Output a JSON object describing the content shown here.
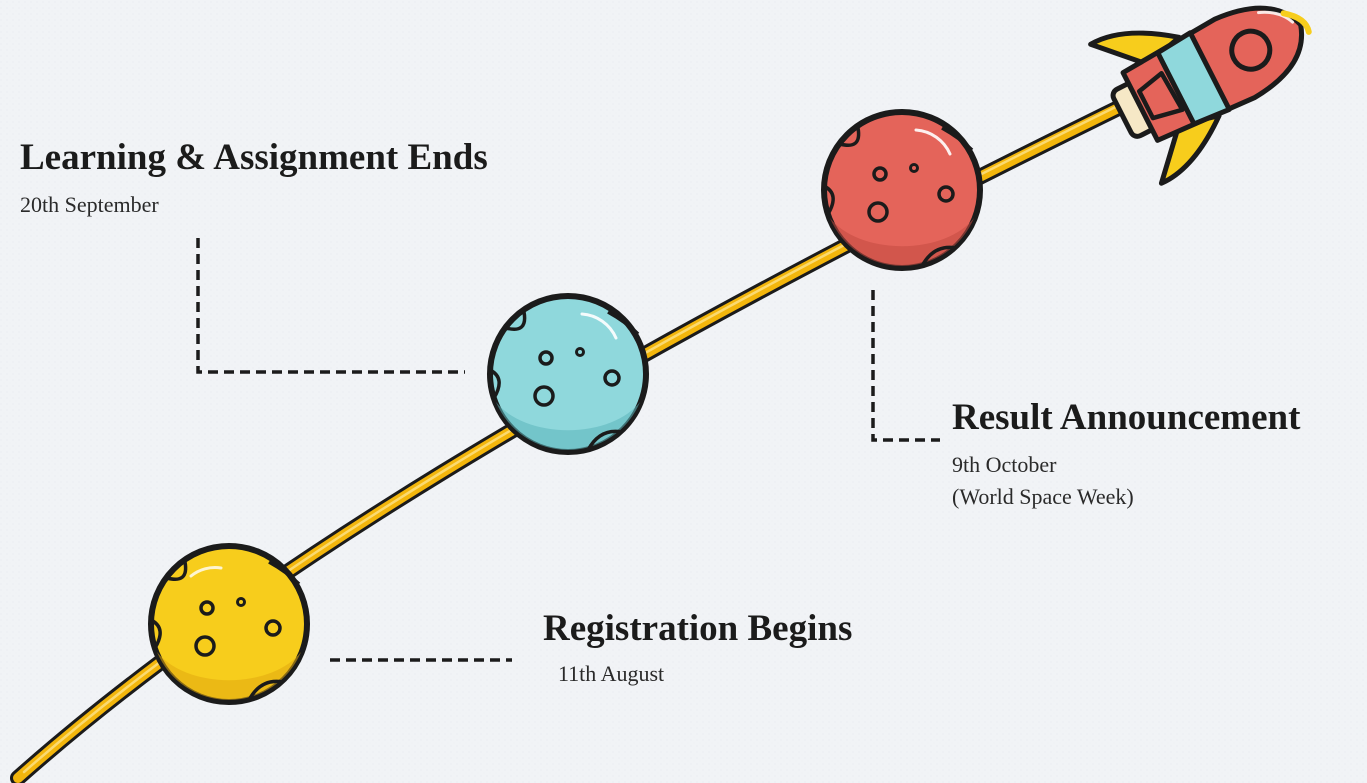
{
  "milestones": {
    "learning": {
      "title": "Learning & Assignment Ends",
      "date": "20th September",
      "planet_color": "#8fd8dc"
    },
    "result": {
      "title": "Result Announcement",
      "date": "9th October",
      "note": "(World Space Week)",
      "planet_color": "#e4645a"
    },
    "registration": {
      "title": "Registration Begins",
      "date": "11th August",
      "planet_color": "#f7cd1c"
    }
  },
  "theme": {
    "trail_color": "#f3b60c",
    "outline_color": "#1b1b1b",
    "background": "#f1f3f6",
    "rocket_body": "#e4645a",
    "rocket_window": "#8fd8dc",
    "rocket_fin": "#f7cd1c"
  },
  "icons": [
    "yellow-planet-icon",
    "blue-planet-icon",
    "red-planet-icon",
    "rocket-icon"
  ]
}
